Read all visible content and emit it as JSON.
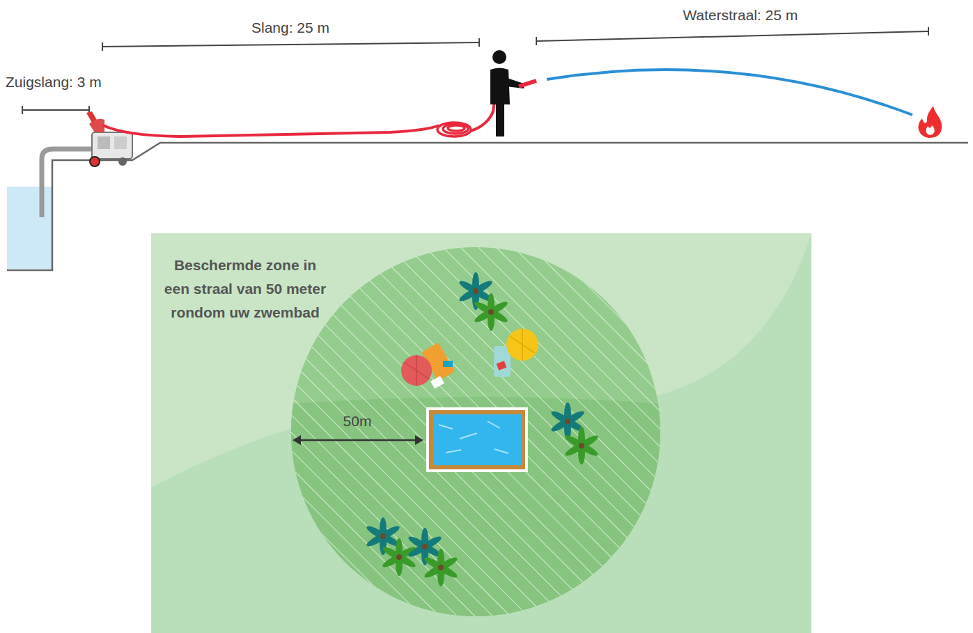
{
  "diagram": {
    "labels": [
      "Zuigslang: 3 m",
      "Slang: 25 m",
      "Waterstraal: 25 m",
      "Beschermde zone in een straal van 50 meter rondom uw zwembad",
      "50m"
    ]
  }
}
